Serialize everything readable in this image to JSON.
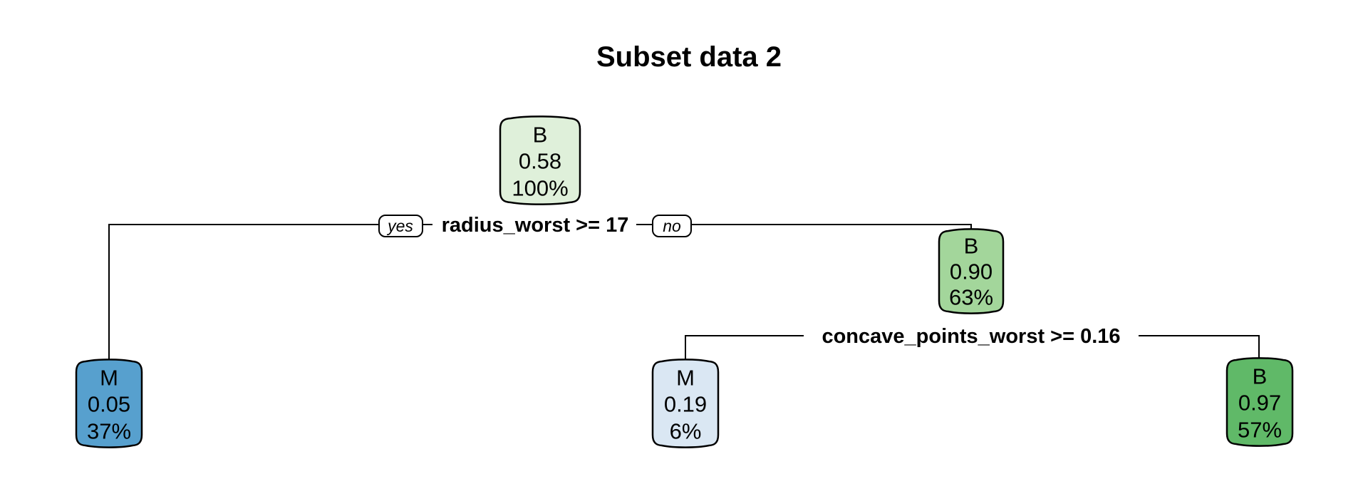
{
  "title": "Subset data 2",
  "colors": {
    "background": "#FFFFFF",
    "line": "#000000",
    "node_border": "#000000",
    "text": "#000000"
  },
  "nodes": [
    {
      "id": "root",
      "class": "B",
      "prob": "0.58",
      "pct": "100%",
      "color": "#DFF0DA"
    },
    {
      "id": "leaf-m-left",
      "class": "M",
      "prob": "0.05",
      "pct": "37%",
      "color": "#57A0CE"
    },
    {
      "id": "internal-b",
      "class": "B",
      "prob": "0.90",
      "pct": "63%",
      "color": "#A3D69B"
    },
    {
      "id": "leaf-m-middle",
      "class": "M",
      "prob": "0.19",
      "pct": "6%",
      "color": "#DAE7F3"
    },
    {
      "id": "leaf-b-right",
      "class": "B",
      "prob": "0.97",
      "pct": "57%",
      "color": "#60B968"
    }
  ],
  "splits": [
    {
      "condition": "radius_worst >= 17",
      "yes_label": "yes",
      "no_label": "no"
    },
    {
      "condition": "concave_points_worst >= 0.16"
    }
  ]
}
